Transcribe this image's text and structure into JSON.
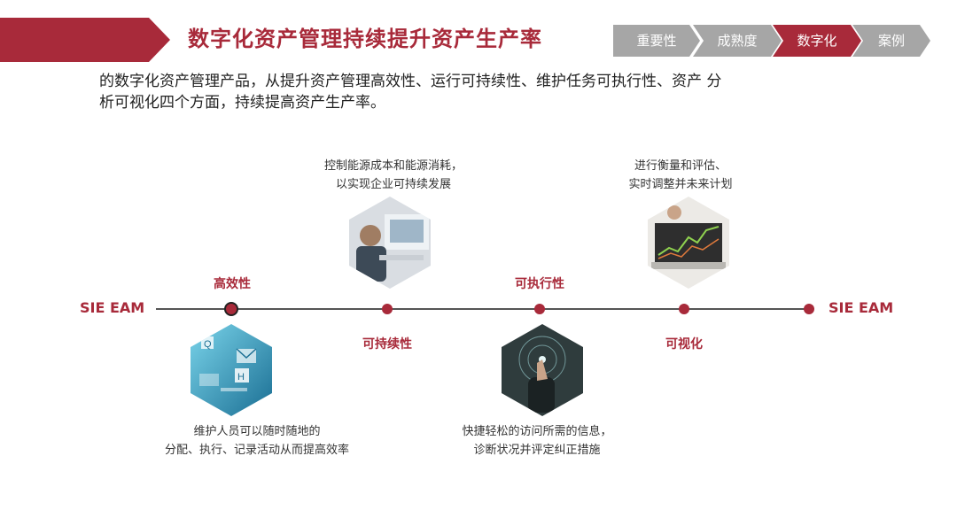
{
  "header": {
    "title": "数字化资产管理持续提升资产生产率",
    "steps": [
      "重要性",
      "成熟度",
      "数字化",
      "案例"
    ],
    "active_step": "数字化"
  },
  "intro": {
    "line1": "的数字化资产管理产品，从提升资产管理高效性、运行可持续性、维护任务可执行性、资产 分",
    "line2": "析可视化四个方面，持续提高资产生产率。"
  },
  "timeline": {
    "left_label": "SIE EAM",
    "right_label": "SIE EAM",
    "points": [
      {
        "keyword": "高效性",
        "desc_line1": "维护人员可以随时随地的",
        "desc_line2": "分配、执行、记录活动从而提高效率",
        "image": "email-icons-image"
      },
      {
        "keyword": "可持续性",
        "desc_line1": "控制能源成本和能源消耗，",
        "desc_line2": "以实现企业可持续发展",
        "image": "office-worker-image"
      },
      {
        "keyword": "可执行性",
        "desc_line1": "快捷轻松的访问所需的信息，",
        "desc_line2": "诊断状况并评定纠正措施",
        "image": "touch-screen-image"
      },
      {
        "keyword": "可视化",
        "desc_line1": "进行衡量和评估、",
        "desc_line2": "实时调整并未来计划",
        "image": "laptop-chart-image"
      }
    ]
  },
  "colors": {
    "accent": "#a82a3a",
    "inactive_step": "#a6a6a6"
  }
}
